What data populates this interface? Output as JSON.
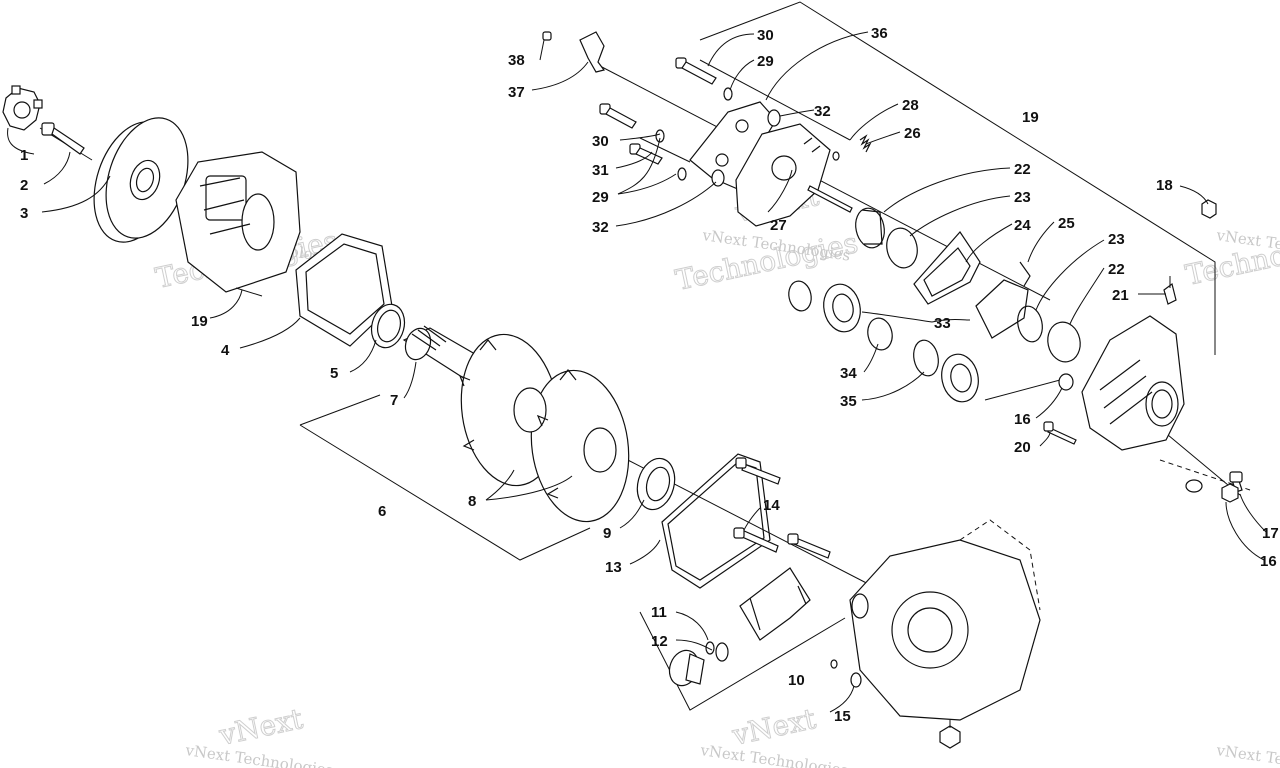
{
  "watermark": {
    "brand_line1": "vNext",
    "brand_line2": "Technologies",
    "full": "vNext Technologies"
  },
  "callouts": [
    {
      "id": "c1",
      "text": "1"
    },
    {
      "id": "c2",
      "text": "2"
    },
    {
      "id": "c3",
      "text": "3"
    },
    {
      "id": "c19a",
      "text": "19"
    },
    {
      "id": "c4",
      "text": "4"
    },
    {
      "id": "c5",
      "text": "5"
    },
    {
      "id": "c7",
      "text": "7"
    },
    {
      "id": "c6",
      "text": "6"
    },
    {
      "id": "c8",
      "text": "8"
    },
    {
      "id": "c9",
      "text": "9"
    },
    {
      "id": "c13",
      "text": "13"
    },
    {
      "id": "c14",
      "text": "14"
    },
    {
      "id": "c11",
      "text": "11"
    },
    {
      "id": "c12",
      "text": "12"
    },
    {
      "id": "c10",
      "text": "10"
    },
    {
      "id": "c15",
      "text": "15"
    },
    {
      "id": "c38",
      "text": "38"
    },
    {
      "id": "c37",
      "text": "37"
    },
    {
      "id": "c30a",
      "text": "30"
    },
    {
      "id": "c29a",
      "text": "29"
    },
    {
      "id": "c36",
      "text": "36"
    },
    {
      "id": "c32a",
      "text": "32"
    },
    {
      "id": "c28",
      "text": "28"
    },
    {
      "id": "c26",
      "text": "26"
    },
    {
      "id": "c30b",
      "text": "30"
    },
    {
      "id": "c31",
      "text": "31"
    },
    {
      "id": "c29b",
      "text": "29"
    },
    {
      "id": "c32b",
      "text": "32"
    },
    {
      "id": "c27",
      "text": "27"
    },
    {
      "id": "c22a",
      "text": "22"
    },
    {
      "id": "c23a",
      "text": "23"
    },
    {
      "id": "c24",
      "text": "24"
    },
    {
      "id": "c25",
      "text": "25"
    },
    {
      "id": "c23b",
      "text": "23"
    },
    {
      "id": "c22b",
      "text": "22"
    },
    {
      "id": "c19b",
      "text": "19"
    },
    {
      "id": "c18",
      "text": "18"
    },
    {
      "id": "c21",
      "text": "21"
    },
    {
      "id": "c33",
      "text": "33"
    },
    {
      "id": "c34",
      "text": "34"
    },
    {
      "id": "c35",
      "text": "35"
    },
    {
      "id": "c16a",
      "text": "16"
    },
    {
      "id": "c20",
      "text": "20"
    },
    {
      "id": "c17",
      "text": "17"
    },
    {
      "id": "c16b",
      "text": "16"
    }
  ]
}
